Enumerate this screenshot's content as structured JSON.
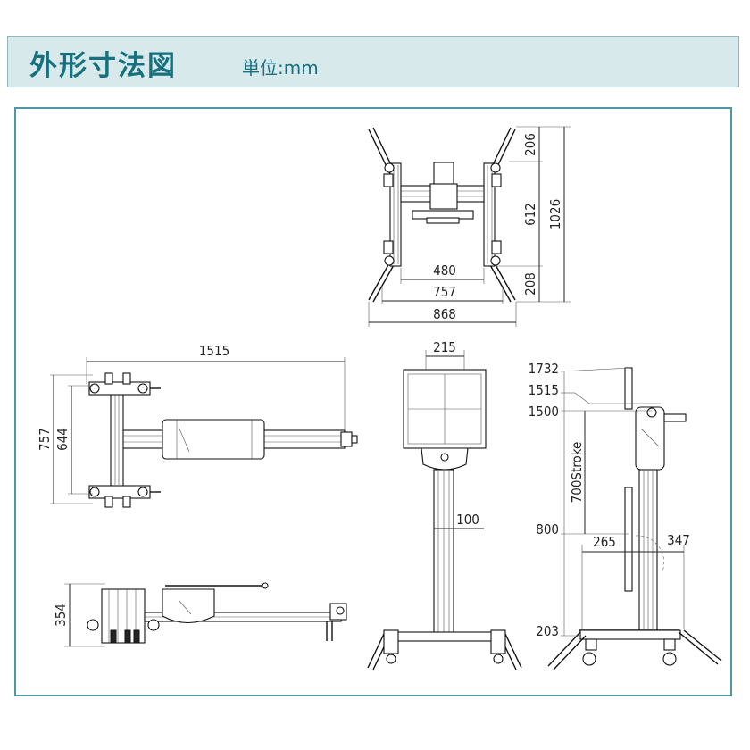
{
  "header": {
    "title": "外形寸法図",
    "unit": "単位:mm"
  },
  "dims": {
    "top": {
      "d206": "206",
      "d612": "612",
      "d1026": "1026",
      "d208": "208",
      "d480": "480",
      "d757": "757",
      "d868": "868"
    },
    "side": {
      "d1515": "1515",
      "d757": "757",
      "d644": "644"
    },
    "folded": {
      "d354": "354"
    },
    "front": {
      "d215": "215",
      "d100": "100"
    },
    "lateral": {
      "d1732": "1732",
      "d1515": "1515",
      "d1500": "1500",
      "stroke": "700Stroke",
      "d800": "800",
      "d265": "265",
      "d347": "347",
      "d203": "203"
    }
  }
}
